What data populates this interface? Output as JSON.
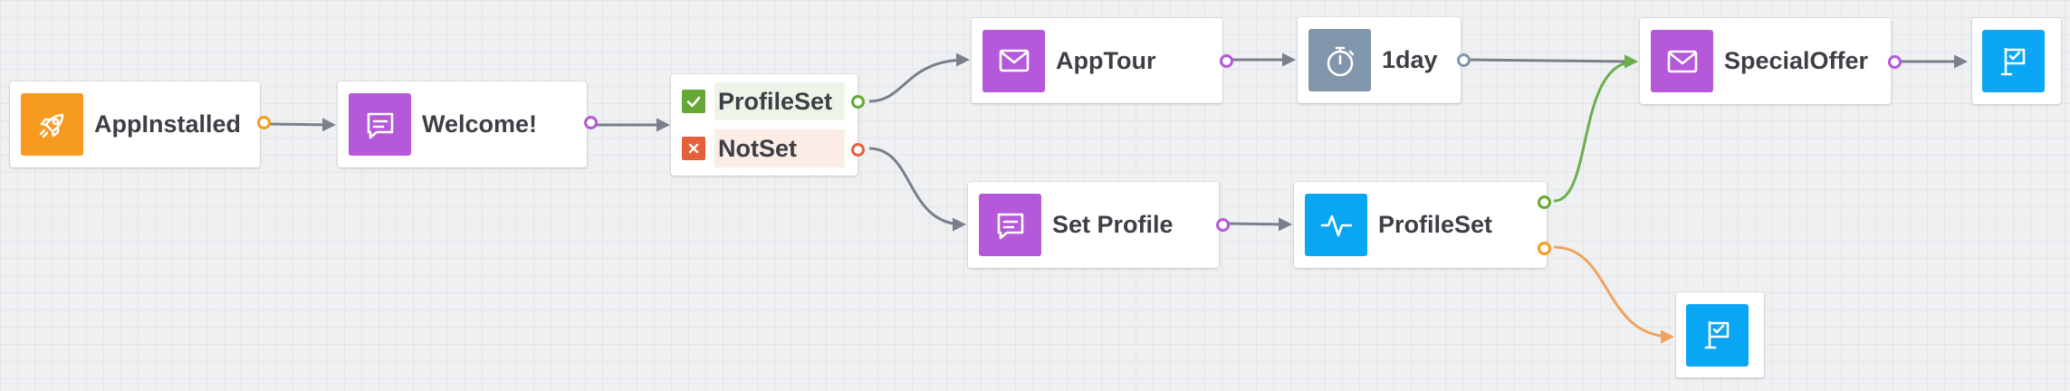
{
  "colors": {
    "orange": "#f79a20",
    "purple": "#b558d9",
    "gray": "#8196ab",
    "blue": "#08a6f3",
    "green": "#65a833",
    "red": "#e5603a",
    "edge": "#7b7f8c",
    "edge_green": "#6ab04c",
    "edge_orange": "#f0a35e"
  },
  "nodes": {
    "app_installed": {
      "label": "AppInstalled",
      "icon": "rocket-icon"
    },
    "welcome": {
      "label": "Welcome!",
      "icon": "chat-message-icon"
    },
    "split": {
      "yes_label": "ProfileSet",
      "yes_icon": "checkmark-icon",
      "no_label": "NotSet",
      "no_icon": "x-mark-icon"
    },
    "app_tour": {
      "label": "AppTour",
      "icon": "email-icon"
    },
    "one_day": {
      "label": "1day",
      "icon": "stopwatch-icon"
    },
    "special_offer": {
      "label": "SpecialOffer",
      "icon": "email-icon"
    },
    "end_top": {
      "icon": "flag-icon"
    },
    "set_profile": {
      "label": "Set Profile",
      "icon": "chat-message-icon"
    },
    "profile_set_check": {
      "label": "ProfileSet",
      "icon": "pulse-icon"
    },
    "end_bottom": {
      "icon": "flag-icon"
    }
  }
}
